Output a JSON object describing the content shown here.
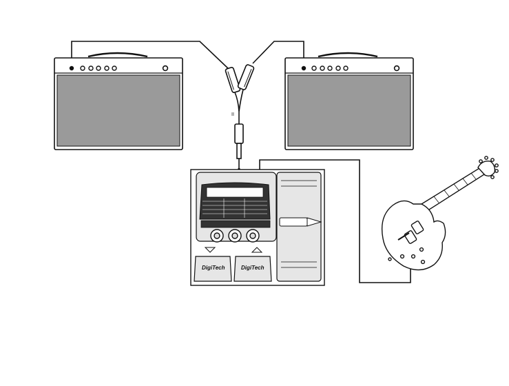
{
  "pedal": {
    "brand_left": "DigiTech",
    "brand_right": "DigiTech"
  },
  "y_cable": {
    "mark": "II"
  },
  "colors": {
    "line": "#111111",
    "grille": "#9a9a9a",
    "pedal_body": "#e6e6e6",
    "display": "#333333"
  }
}
